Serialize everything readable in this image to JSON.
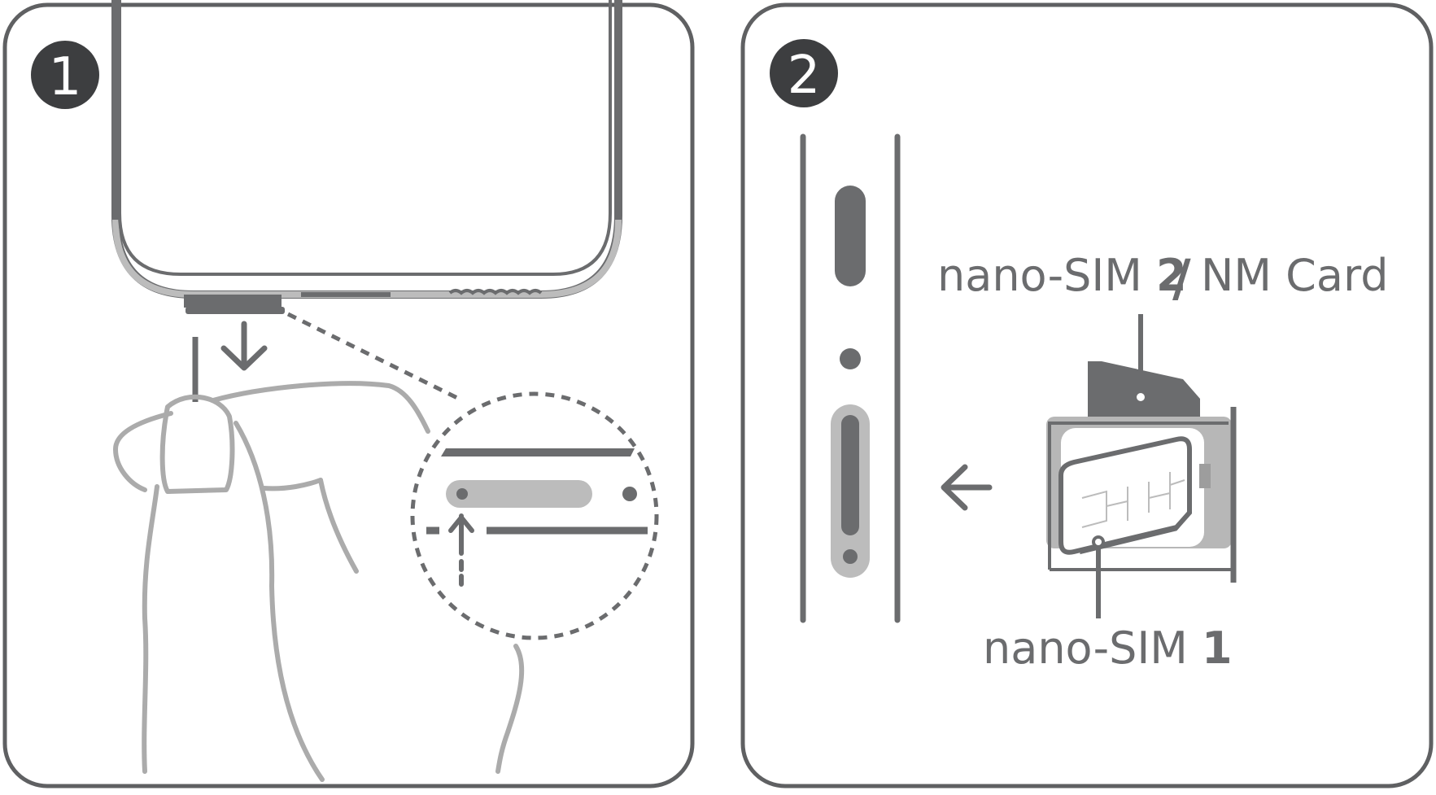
{
  "steps": {
    "step1": {
      "number": "1"
    },
    "step2": {
      "number": "2"
    }
  },
  "labels": {
    "sim2_prefix": "nano-SIM ",
    "sim2_number": "2",
    "slash": "/",
    "nm_card": "NM Card",
    "sim1_prefix": "nano-SIM ",
    "sim1_number": "1"
  },
  "colors": {
    "frame": "#5f6062",
    "dark": "#6b6c6e",
    "light": "#bcbcbc",
    "mid": "#9d9d9d",
    "badge": "#3d3e40",
    "text": "#6b6c6e"
  },
  "icons": {
    "step1_arrow": "arrow-down-icon",
    "pin_arrow": "arrow-up-icon",
    "tray_arrow": "arrow-left-icon"
  }
}
